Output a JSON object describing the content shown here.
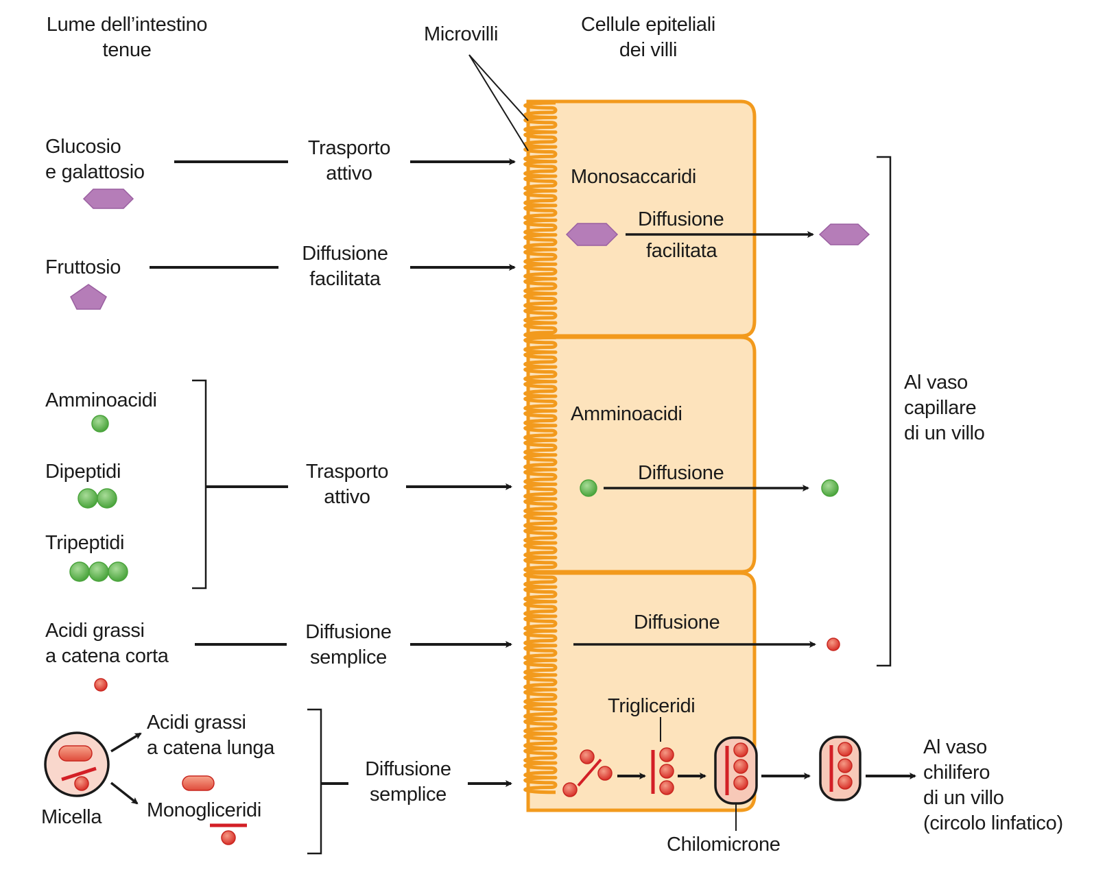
{
  "headers": {
    "lumen": [
      "Lume dell’intestino",
      "tenue"
    ],
    "microvilli": "Microvilli",
    "cells": [
      "Cellule epiteliali",
      "dei villi"
    ]
  },
  "rows": {
    "glucose": {
      "label": [
        "Glucosio",
        "e galattosio"
      ],
      "transport": [
        "Trasporto",
        "attivo"
      ]
    },
    "fructose": {
      "label": [
        "Fruttosio"
      ],
      "transport": [
        "Diffusione",
        "facilitata"
      ]
    },
    "proteins": {
      "items": [
        "Amminoacidi",
        "Dipeptidi",
        "Tripeptidi"
      ],
      "transport": [
        "Trasporto",
        "attivo"
      ]
    },
    "short_fatty": {
      "label": [
        "Acidi grassi",
        "a catena corta"
      ],
      "transport": [
        "Diffusione",
        "semplice"
      ]
    },
    "micelle": {
      "name": "Micella",
      "long_fatty": [
        "Acidi grassi",
        "a catena lunga"
      ],
      "monoglycerides": "Monogliceridi",
      "transport": [
        "Diffusione",
        "semplice"
      ]
    }
  },
  "cell_interior": {
    "monosaccharides": {
      "title": "Monosaccaridi",
      "process": [
        "Diffusione",
        "facilitata"
      ]
    },
    "amino_acids": {
      "title": "Amminoacidi",
      "process": "Diffusione"
    },
    "fatty": {
      "process": "Diffusione",
      "triglycerides": "Trigliceridi",
      "chylomicron": "Chilomicrone"
    }
  },
  "destinations": {
    "capillary": [
      "Al vaso",
      "capillare",
      "di un villo"
    ],
    "lymph": [
      "Al vaso",
      "chilifero",
      "di un villo",
      "(circolo linfatico)"
    ]
  },
  "colors": {
    "cell_fill": "#FDE3BC",
    "cell_stroke": "#F29A1D",
    "sugar": "#B57DB8",
    "amino": "#6CBF5E",
    "lipid": "#E2453A",
    "lipid_bar": "#D31F26",
    "chylo_fill": "#F7C9B8"
  }
}
